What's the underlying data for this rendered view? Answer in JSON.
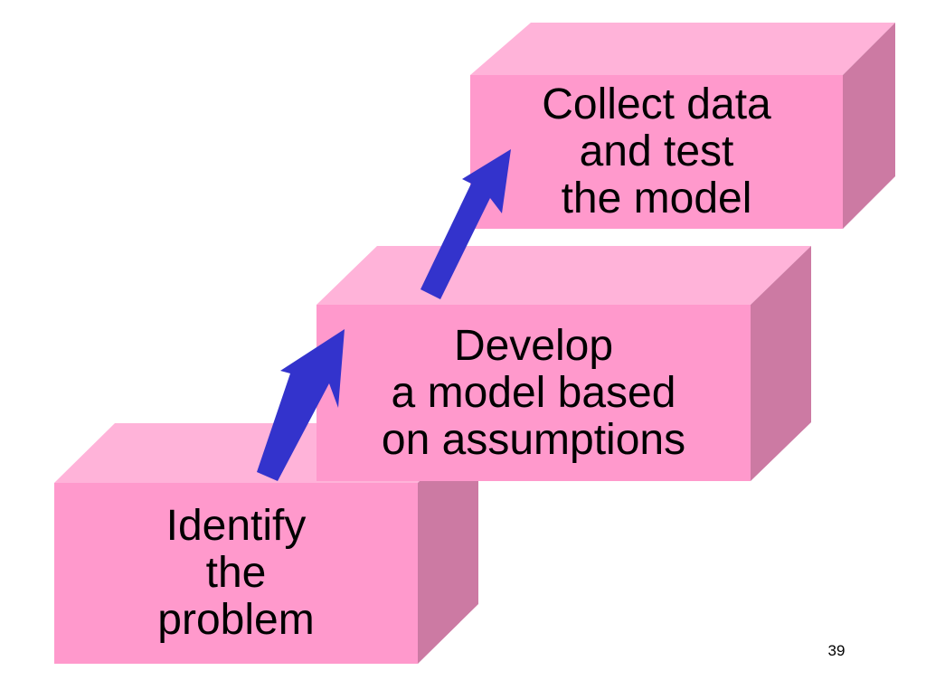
{
  "colors": {
    "box_front": "#ff99cc",
    "box_top": "#ffb3d9",
    "box_side": "#cc7aa3",
    "arrow": "#3333cc",
    "text": "#000000"
  },
  "steps": [
    {
      "lines": [
        "Identify",
        "the",
        "problem"
      ]
    },
    {
      "lines": [
        "Develop",
        "a model based",
        "on assumptions"
      ]
    },
    {
      "lines": [
        "Collect data",
        "and test",
        "the model"
      ]
    }
  ],
  "page_number": "39"
}
